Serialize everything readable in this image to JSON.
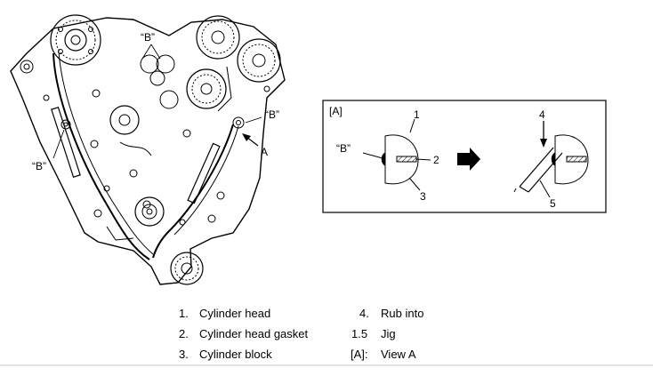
{
  "engine_labels": {
    "b_top": "“B”",
    "b_right": "“B”",
    "b_left": "“B”",
    "a": "A"
  },
  "inset": {
    "title": "[A]",
    "b_label": "“B”",
    "callouts": [
      "1",
      "2",
      "3",
      "4",
      "5"
    ]
  },
  "legend": [
    {
      "num": "1.",
      "text": "Cylinder head"
    },
    {
      "num": "2.",
      "text": "Cylinder head gasket"
    },
    {
      "num": "3.",
      "text": "Cylinder block"
    },
    {
      "num": "4.",
      "text": "Rub into"
    },
    {
      "num": "1.5",
      "text": "Jig"
    },
    {
      "num": "[A]:",
      "text": "View A"
    }
  ]
}
